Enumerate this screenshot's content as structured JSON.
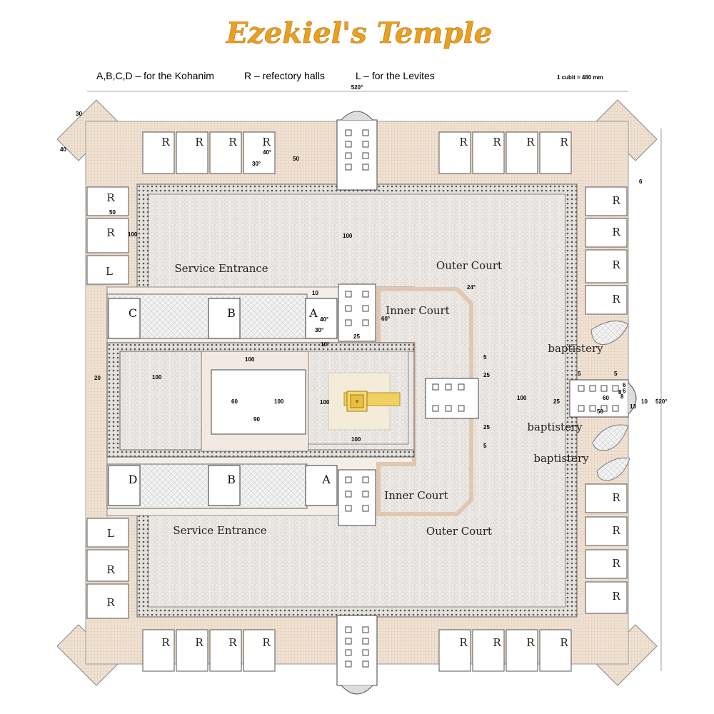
{
  "title": "Ezekiel's Temple",
  "legend": {
    "kohanim": "A,B,C,D – for the Kohanim",
    "refectory": "R –  refectory halls",
    "levites": "L – for the Levites",
    "scale": "1 cubit = 480 mm"
  },
  "labels": {
    "service_entrance_top": "Service Entrance",
    "service_entrance_bottom": "Service Entrance",
    "outer_court_top": "Outer Court",
    "outer_court_bottom": "Outer Court",
    "inner_court_top": "Inner Court",
    "inner_court_bottom": "Inner Court",
    "baptistery_1": "baptistery",
    "baptistery_2": "baptistery",
    "baptistery_3": "baptistery"
  },
  "rooms": {
    "R": "R",
    "L": "L",
    "A": "A",
    "B": "B",
    "C": "C",
    "D": "D"
  },
  "dimensions": {
    "total_width": "520°",
    "total_height": "520°",
    "corner_30": "30",
    "corner_40": "40",
    "room_40": "40°",
    "room_30": "30°",
    "gap_50": "50",
    "wall_6": "6",
    "left_50": "50",
    "left_100": "100",
    "court_100_top": "100",
    "angle_24": "24°",
    "dim_10a": "10",
    "dim_40": "40°",
    "dim_30": "30°",
    "dim_25a": "25",
    "dim_60": "60°",
    "dim_10b": "10°",
    "left_20": "20",
    "inner_100_a": "100",
    "inner_100_b": "100",
    "inner_100_c": "100",
    "inner_60": "60",
    "inner_90": "90",
    "inner_100_d": "100",
    "inner_100_e": "100",
    "east_5a": "5",
    "east_25a": "25",
    "east_25b": "25",
    "east_5b": "5",
    "east_100": "100",
    "gate_25": "25",
    "gate_5a": "5",
    "gate_5b": "5",
    "gate_60": "60",
    "gate_6a": "6",
    "gate_6b": "6",
    "gate_8a": "8",
    "gate_8b": "8",
    "gate_10": "10",
    "gate_13": "13",
    "gate_50": "50"
  },
  "colors": {
    "title_gold": "#e8a020",
    "wall_fill": "#efe0d2",
    "court_fill": "#ece9e6",
    "inner_fill": "#f3ece6",
    "altar_gold": "#f0d060"
  }
}
